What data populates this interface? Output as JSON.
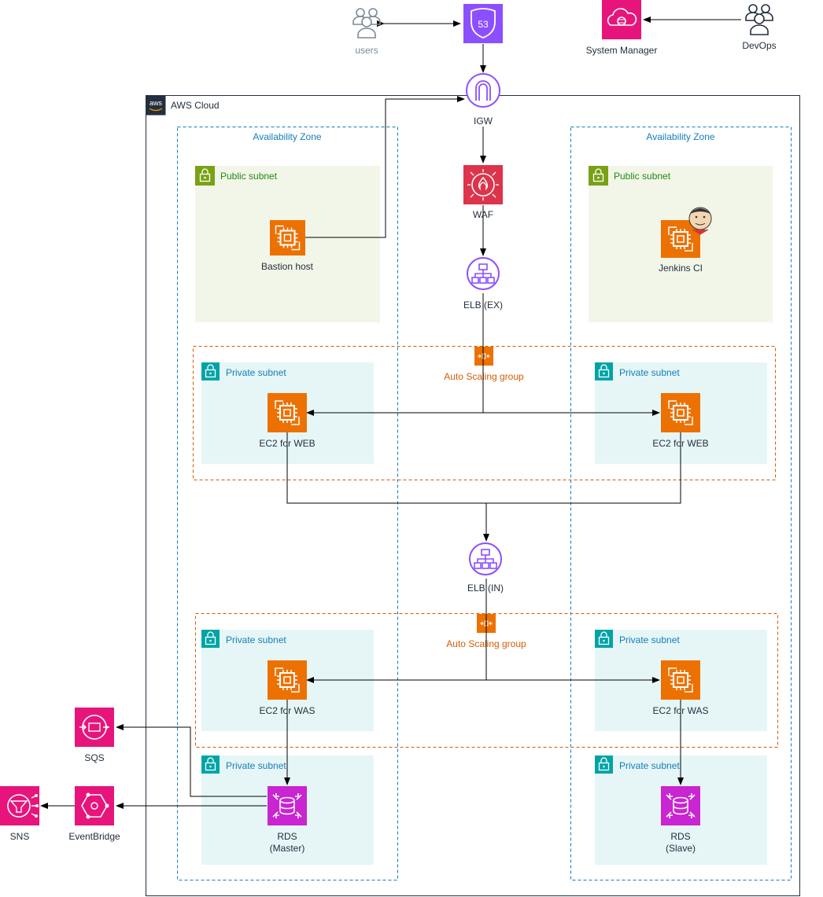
{
  "cloud": {
    "label": "AWS Cloud",
    "logo": "aws"
  },
  "zones": {
    "left_label": "Availability Zone",
    "right_label": "Availability Zone"
  },
  "subnets": {
    "public_left": "Public subnet",
    "public_right": "Public subnet",
    "web_left": "Private subnet",
    "web_right": "Private subnet",
    "was_left": "Private subnet",
    "was_right": "Private subnet",
    "db_left": "Private subnet",
    "db_right": "Private subnet"
  },
  "asg": {
    "web_label": "Auto Scaling group",
    "was_label": "Auto Scaling group"
  },
  "nodes": {
    "users": "users",
    "route53": "53",
    "system_manager": "System Manager",
    "devops": "DevOps",
    "igw": "IGW",
    "waf": "WAF",
    "elb_ex": "ELB (EX)",
    "bastion": "Bastion host",
    "jenkins": "Jenkins CI",
    "ec2_web_left": "EC2 for WEB",
    "ec2_web_right": "EC2 for WEB",
    "elb_in": "ELB (IN)",
    "ec2_was_left": "EC2 for WAS",
    "ec2_was_right": "EC2 for WAS",
    "rds_master_1": "RDS",
    "rds_master_2": "(Master)",
    "rds_slave_1": "RDS",
    "rds_slave_2": "(Slave)",
    "sqs": "SQS",
    "eventbridge": "EventBridge",
    "sns": "SNS"
  },
  "colors": {
    "compute": "#ED7100",
    "networking": "#8C4FFF",
    "database": "#C925D1",
    "integration": "#E7157B",
    "security": "#DD344C",
    "public_subnet_fill": "#F2F6E8",
    "private_subnet_fill": "#E6F6F7",
    "az_border": "#147EBA",
    "asg_border": "#D45B07"
  },
  "icons": {
    "users": "users-icon",
    "route53": "route53-shield-icon",
    "system_manager": "cloud-gear-icon",
    "devops": "users-icon",
    "igw": "gateway-arch-icon",
    "waf": "firewall-flame-icon",
    "elb": "load-balancer-icon",
    "ec2": "chip-icon",
    "rds": "database-icon",
    "sqs": "queue-icon",
    "eventbridge": "event-bus-icon",
    "sns": "funnel-broadcast-icon",
    "jenkins": "jenkins-butler-icon"
  }
}
